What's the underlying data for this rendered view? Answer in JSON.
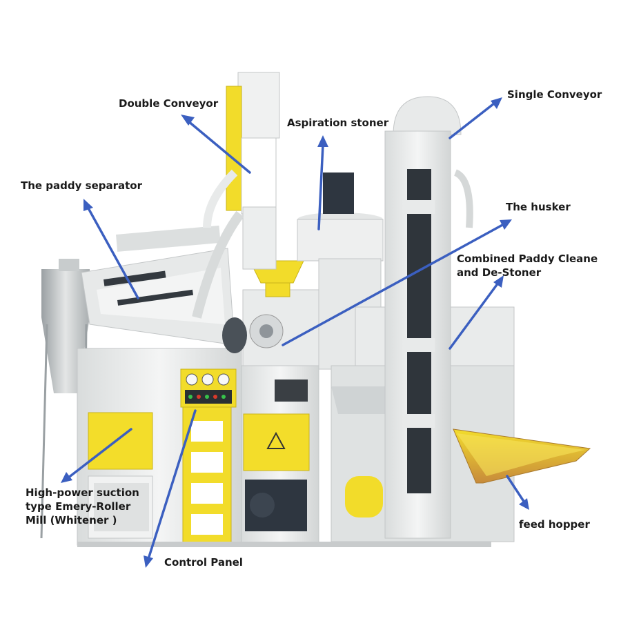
{
  "labels": {
    "double_conveyor": "Double Conveyor",
    "aspiration_stoner": "Aspiration stoner",
    "single_conveyor": "Single Conveyor",
    "paddy_separator": "The paddy separator",
    "husker": "The husker",
    "paddy_cleaner_line1": "Combined Paddy Cleane",
    "paddy_cleaner_line2": "and De-Stoner",
    "mill_line1": "High-power suction",
    "mill_line2": "type Emery-Roller",
    "mill_line3": "Mill (Whitener )",
    "feed_hopper": "feed hopper",
    "control_panel": "Control Panel"
  },
  "colors": {
    "arrow": "#3b5fc0",
    "machine_white": "#eceeee",
    "machine_yellow": "#f2dc2a",
    "motor": "#2e3640",
    "hopper_orange": "#c97a3a"
  }
}
